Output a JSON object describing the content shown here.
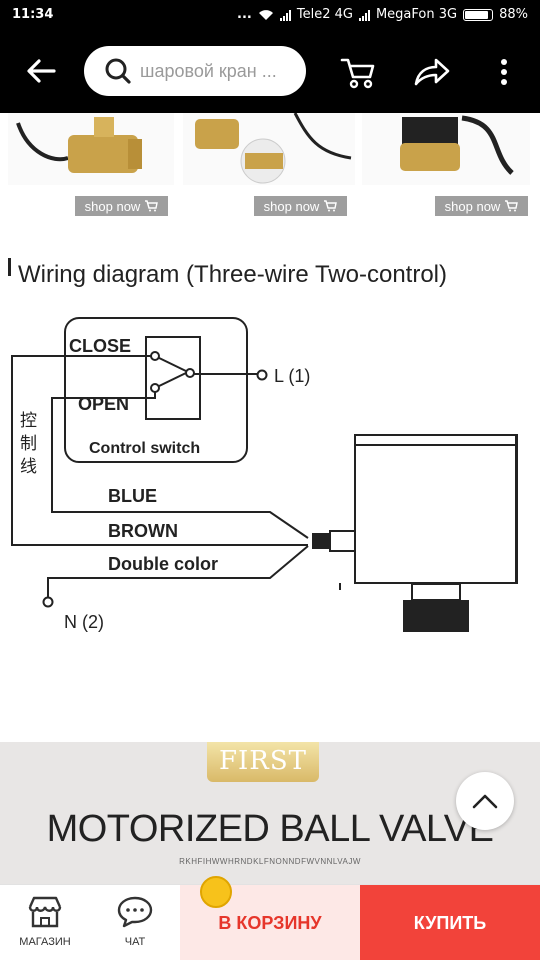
{
  "status_bar": {
    "time": "11:34",
    "dots": "...",
    "carrier1": "Tele2 4G",
    "carrier2": "MegaFon 3G",
    "battery": "88%",
    "battery_level": 0.88
  },
  "toolbar": {
    "search_placeholder": "шаровой кран ...",
    "icons": [
      "back-arrow-icon",
      "search-icon",
      "cart-icon",
      "share-icon",
      "more-icon"
    ]
  },
  "products": [
    {
      "shop_label": "shop now"
    },
    {
      "shop_label": "shop now"
    },
    {
      "shop_label": "shop now"
    }
  ],
  "diagram": {
    "title": "Wiring diagram (Three-wire Two-control)",
    "close": "CLOSE",
    "open": "OPEN",
    "switch": "Control switch",
    "live": "L (1)",
    "neutral": "N (2)",
    "blue": "BLUE",
    "brown": "BROWN",
    "double": "Double color",
    "control_line": [
      "控",
      "制",
      "线"
    ]
  },
  "banner": {
    "badge": "FIRST",
    "title": "MOTORIZED BALL VALVE",
    "subtitle": "RKHFIHWWHRNDKLFNONNDFWVNNLVAJW"
  },
  "bottom_bar": {
    "store": "МАГАЗИН",
    "chat": "ЧАТ",
    "add_to_cart": "В КОРЗИНУ",
    "buy": "КУПИТЬ"
  },
  "colors": {
    "accent": "#f2433a",
    "cart_bg": "#fde8e6",
    "cart_text": "#e6362b",
    "banner_bg": "#e8e6e5",
    "shop_button": "#9e9e9e"
  }
}
